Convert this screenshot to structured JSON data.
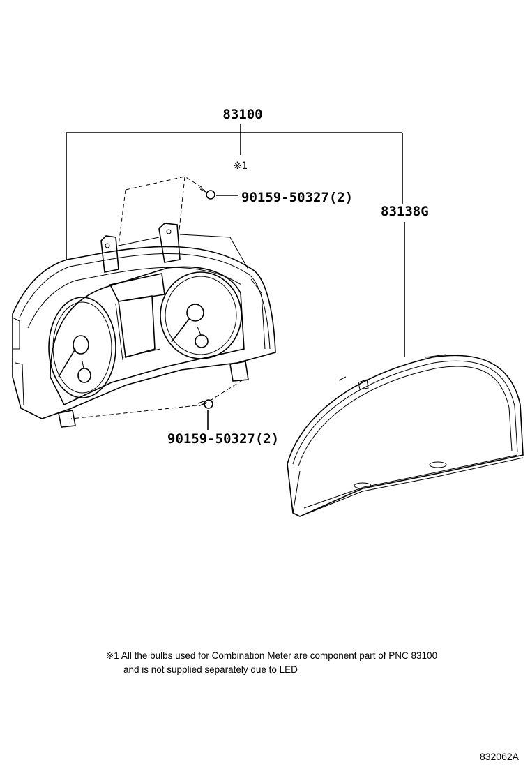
{
  "labels": {
    "assembly_pnc": "83100",
    "assembly_note_mark": "※1",
    "screw_top": "90159-50327(2)",
    "screw_bottom": "90159-50327(2)",
    "glass_pnc": "83138G"
  },
  "footnote": {
    "line1": "※1 All the bulbs used for Combination Meter are component part of PNC 83100",
    "line2": "and is not supplied separately due to LED"
  },
  "figure_number": "832062A"
}
